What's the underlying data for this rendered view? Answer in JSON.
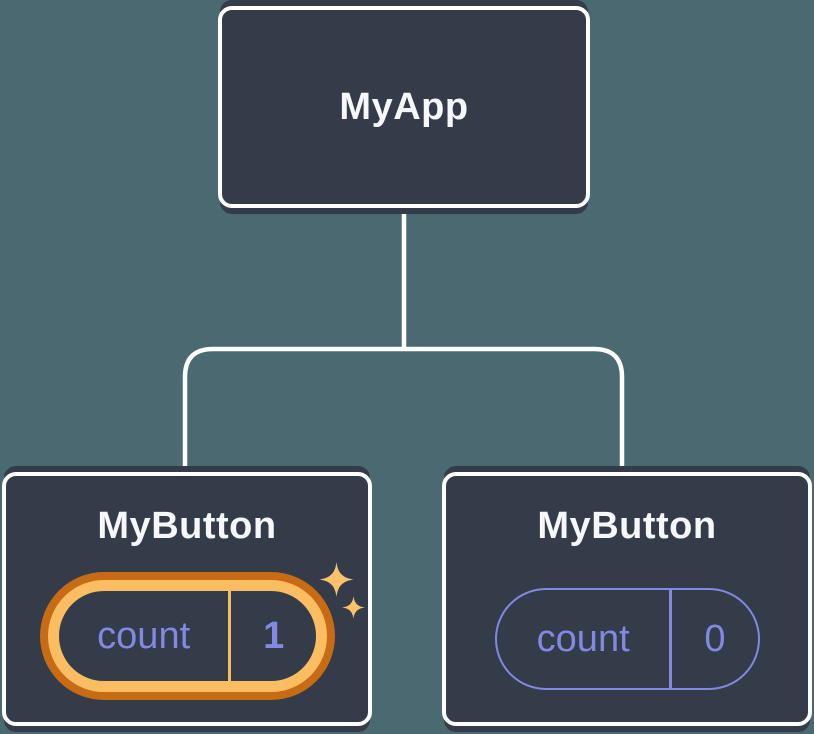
{
  "diagram": {
    "type": "component-tree",
    "background_color": "#4B6971",
    "node_fill_color": "#343B49",
    "connector_color": "#FFFFFF",
    "accent_purple": "#8289E2",
    "root": {
      "label": "MyApp"
    },
    "children": [
      {
        "label": "MyButton",
        "state": {
          "key": "count",
          "value": "1"
        },
        "highlighted": true,
        "highlight_colors": {
          "ring_outer": "#C76C15",
          "ring_inner": "#FABD62",
          "sparkle": "#FBC16B"
        }
      },
      {
        "label": "MyButton",
        "state": {
          "key": "count",
          "value": "0"
        },
        "highlighted": false
      }
    ]
  }
}
